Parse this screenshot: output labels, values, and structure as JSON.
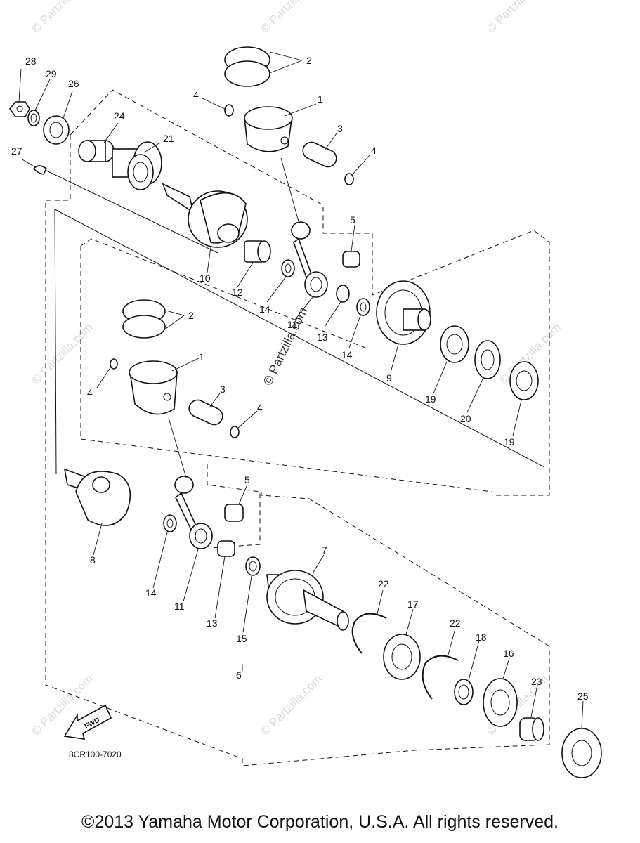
{
  "watermark": {
    "text": "© Partzilla.com"
  },
  "diagram_code": "8CR100-7020",
  "fwd_label": "FWD",
  "copyright": "©2013 Yamaha Motor Corporation, U.S.A. All rights reserved.",
  "callouts": [
    {
      "id": "c28",
      "label": "28"
    },
    {
      "id": "c29",
      "label": "29"
    },
    {
      "id": "c26",
      "label": "26"
    },
    {
      "id": "c24",
      "label": "24"
    },
    {
      "id": "c21",
      "label": "21"
    },
    {
      "id": "c27",
      "label": "27"
    },
    {
      "id": "c2a",
      "label": "2"
    },
    {
      "id": "c4a",
      "label": "4"
    },
    {
      "id": "c1a",
      "label": "1"
    },
    {
      "id": "c3a",
      "label": "3"
    },
    {
      "id": "c4b",
      "label": "4"
    },
    {
      "id": "c5a",
      "label": "5"
    },
    {
      "id": "c10",
      "label": "10"
    },
    {
      "id": "c12",
      "label": "12"
    },
    {
      "id": "c14a",
      "label": "14"
    },
    {
      "id": "c11a",
      "label": "11"
    },
    {
      "id": "c13a",
      "label": "13"
    },
    {
      "id": "c14b",
      "label": "14"
    },
    {
      "id": "c9",
      "label": "9"
    },
    {
      "id": "c19a",
      "label": "19"
    },
    {
      "id": "c20",
      "label": "20"
    },
    {
      "id": "c19b",
      "label": "19"
    },
    {
      "id": "c2b",
      "label": "2"
    },
    {
      "id": "c1b",
      "label": "1"
    },
    {
      "id": "c4c",
      "label": "4"
    },
    {
      "id": "c3b",
      "label": "3"
    },
    {
      "id": "c4d",
      "label": "4"
    },
    {
      "id": "c5b",
      "label": "5"
    },
    {
      "id": "c8",
      "label": "8"
    },
    {
      "id": "c14c",
      "label": "14"
    },
    {
      "id": "c11b",
      "label": "11"
    },
    {
      "id": "c13b",
      "label": "13"
    },
    {
      "id": "c15",
      "label": "15"
    },
    {
      "id": "c7",
      "label": "7"
    },
    {
      "id": "c22a",
      "label": "22"
    },
    {
      "id": "c17",
      "label": "17"
    },
    {
      "id": "c22b",
      "label": "22"
    },
    {
      "id": "c18",
      "label": "18"
    },
    {
      "id": "c16",
      "label": "16"
    },
    {
      "id": "c23",
      "label": "23"
    },
    {
      "id": "c25",
      "label": "25"
    },
    {
      "id": "c6",
      "label": "6"
    }
  ]
}
